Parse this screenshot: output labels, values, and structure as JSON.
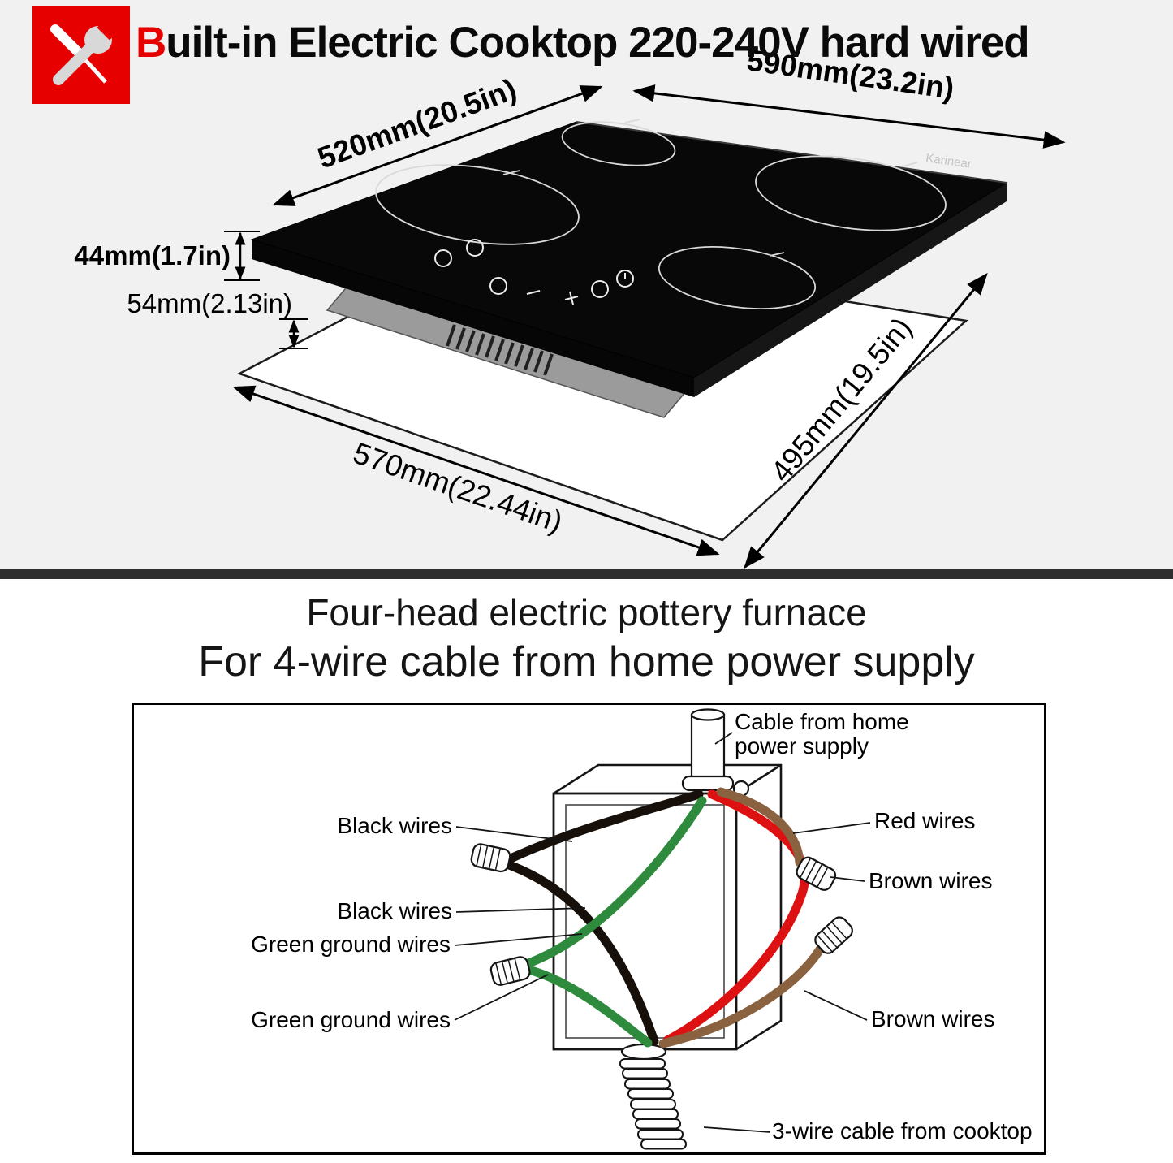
{
  "colors": {
    "top_bg": "#f1f1f1",
    "accent_red": "#e60000",
    "divider": "#2e2e2e",
    "wire_black": "#17100a",
    "wire_green": "#2e8a3c",
    "wire_red": "#dd1111",
    "wire_brown": "#8a6240"
  },
  "header": {
    "title_accent": "B",
    "title_rest": "uilt-in Electric Cooktop 220-240V hard wired"
  },
  "cooktop": {
    "brand": "Karinear",
    "dim_top_width": "590mm(23.2in)",
    "dim_top_depth": "520mm(20.5in)",
    "dim_height": "44mm(1.7in)",
    "dim_gap": "54mm(2.13in)",
    "dim_cutout_width": "570mm(22.44in)",
    "dim_cutout_depth": "495mm(19.5in)"
  },
  "wiring": {
    "title_line1": "Four-head electric pottery furnace",
    "title_line2": "For 4-wire cable from home power supply",
    "label_cable_home_1": "Cable from home",
    "label_cable_home_2": "power supply",
    "label_black_1": "Black wires",
    "label_black_2": "Black wires",
    "label_green_1": "Green ground wires",
    "label_green_2": "Green ground wires",
    "label_red": "Red wires",
    "label_brown_1": "Brown wires",
    "label_brown_2": "Brown wires",
    "label_cooktop_cable": "3-wire cable from cooktop"
  }
}
